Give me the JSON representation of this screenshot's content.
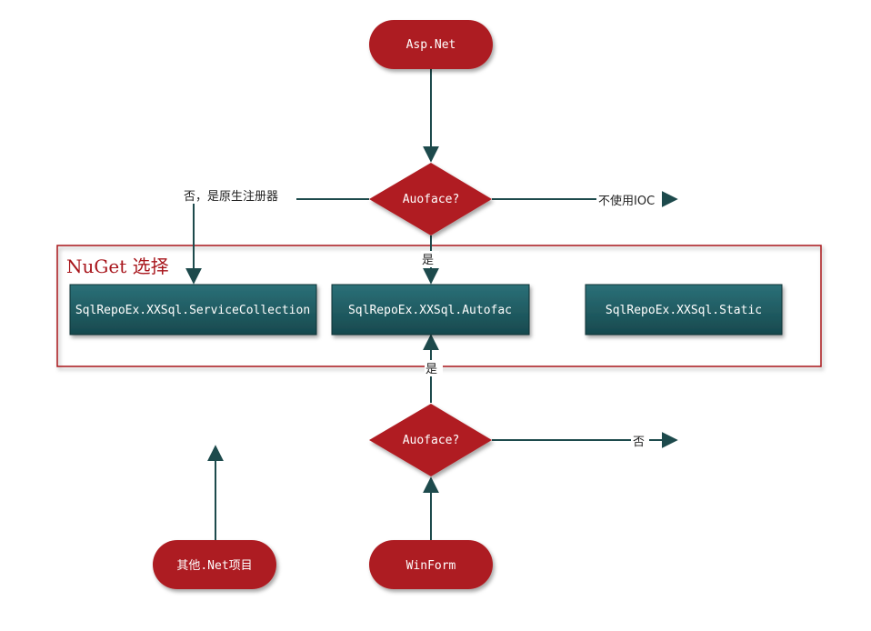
{
  "colors": {
    "terminal_fill": "#ad1f22",
    "decision_fill": "#b01e24",
    "package_fill": "#1e5f66",
    "connector": "#1d4a4c",
    "group_border": "#a8161c"
  },
  "group": {
    "title": "NuGet 选择"
  },
  "nodes": {
    "asp_net": "Asp.Net",
    "decision_top": "Auoface?",
    "pkg_service_collection": "SqlRepoEx.XXSql.ServiceCollection",
    "pkg_autofac": "SqlRepoEx.XXSql.Autofac",
    "pkg_static": "SqlRepoEx.XXSql.Static",
    "decision_bottom": "Auoface?",
    "other_net": "其他.Net项目",
    "winform": "WinForm"
  },
  "edge_labels": {
    "top_left": "否，是原生注册器",
    "top_down": "是",
    "top_right": "不使用IOC",
    "bottom_up": "是",
    "bottom_right": "否"
  }
}
